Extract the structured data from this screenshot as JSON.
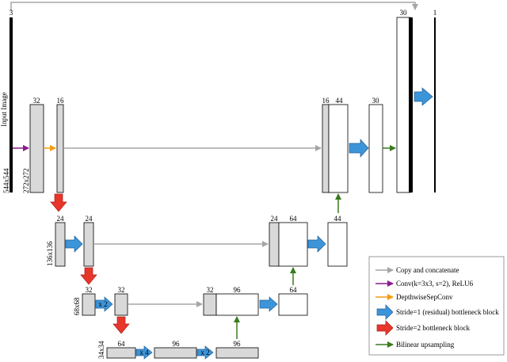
{
  "input": {
    "label": "Input Image",
    "channels": "3",
    "size": "544x544"
  },
  "output": {
    "channels": "1"
  },
  "levels": [
    {
      "size": "272x272"
    },
    {
      "size": "136x136"
    },
    {
      "size": "68x68"
    },
    {
      "size": "34x34"
    }
  ],
  "encoder": {
    "c32": "32",
    "c16": "16",
    "c24a": "24",
    "c24b": "24",
    "c32a": "32",
    "c32b": "32",
    "c64": "64",
    "c96": "96",
    "c96b": "96"
  },
  "decoder": {
    "c16": "16",
    "c44": "44",
    "c30a": "30",
    "c30b": "30",
    "c24": "24",
    "c64": "64",
    "c44b": "44",
    "c32": "32",
    "c96": "96",
    "c64b": "64"
  },
  "repeats": {
    "r1": "x 2",
    "r2": "x 4",
    "r3": "x 2"
  },
  "legend": {
    "items": [
      {
        "label": "Copy and concatenate",
        "color": "#a6a6a6",
        "icon": "gray-arrow-icon"
      },
      {
        "label": "Conv(k=3x3, s=2), ReLU6",
        "color": "#8b1a8b",
        "icon": "purple-arrow-icon"
      },
      {
        "label": "DepthwiseSepConv",
        "color": "#f39c12",
        "icon": "orange-arrow-icon"
      },
      {
        "label": "Stride=1 (residual) bottleneck block",
        "color": "#3d95d9",
        "icon": "blue-block-arrow-icon"
      },
      {
        "label": "Stride=2 bottleneck block",
        "color": "#e8362a",
        "icon": "red-block-arrow-icon"
      },
      {
        "label": "Bilinear upsampling",
        "color": "#3a7a1e",
        "icon": "green-arrow-icon"
      }
    ]
  }
}
